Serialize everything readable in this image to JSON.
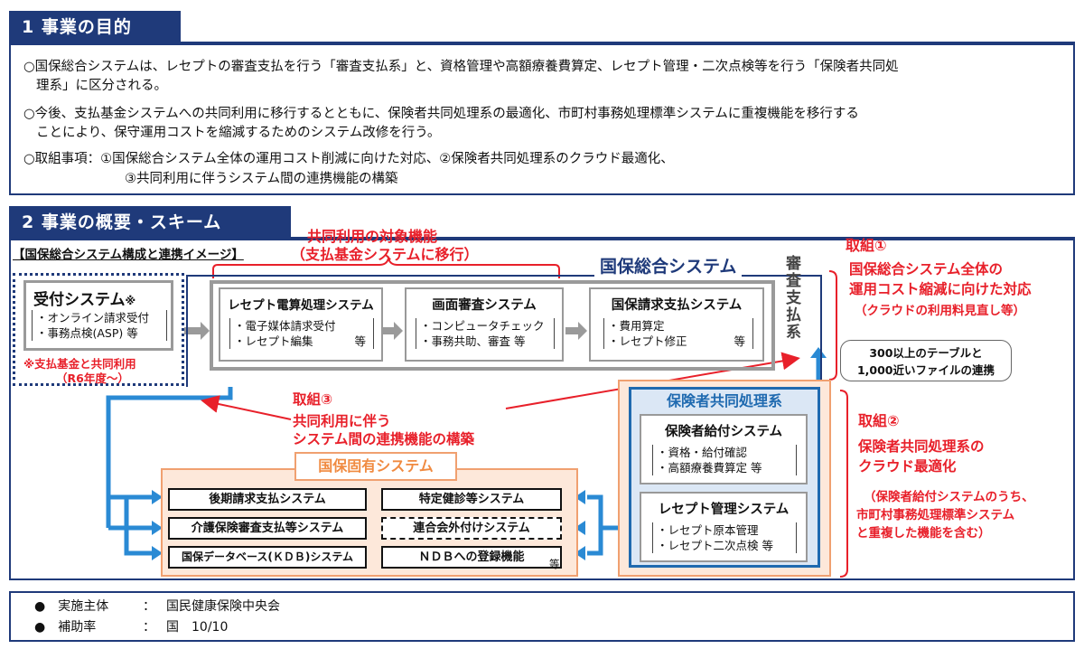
{
  "section1": {
    "title": "1 事業の目的",
    "p1_l1": "○国保総合システムは、レセプトの審査支払を行う「審査支払系」と、資格管理や高額療養費算定、レセプト管理・二次点検等を行う「保険者共同処",
    "p1_l2": "理系」に区分される。",
    "p2_l1": "○今後、支払基金システムへの共同利用に移行するとともに、保険者共同処理系の最適化、市町村事務処理標準システムに重複機能を移行する",
    "p2_l2": "ことにより、保守運用コストを縮減するためのシステム改修を行う。",
    "p3_l1": "○取組事項：①国保総合システム全体の運用コスト削減に向けた対応、②保険者共同処理系のクラウド最適化、",
    "p3_l2": "③共同利用に伴うシステム間の連携機能の構築"
  },
  "section2": {
    "title": "2 事業の概要・スキーム",
    "caption": "【国保総合システム構成と連携イメージ】",
    "shared_l1": "共同利用の対象機能",
    "shared_l2": "（支払基金システムに移行）",
    "kokuho_title": "国保総合システム",
    "shinsa": "審査支払系",
    "uketsuke": {
      "title": "受付システム",
      "mark": "※",
      "i1": "・オンライン請求受付",
      "i2": "・事務点検(ASP) 等",
      "note_l1": "※支払基金と共同利用",
      "note_l2": "（R6年度～）"
    },
    "receipt_den": {
      "title": "レセプト電算処理システム",
      "i1": "・電子媒体請求受付",
      "i2": "・レセプト編集",
      "etc": "等"
    },
    "gamen": {
      "title": "画面審査システム",
      "i1": "・コンピュータチェック",
      "i2": "・事務共助、審査 等"
    },
    "seikyu": {
      "title": "国保請求支払システム",
      "i1": "・費用算定",
      "i2": "・レセプト修正",
      "etc": "等"
    },
    "hokensha_kyodo": "保険者共同処理系",
    "kyufu": {
      "title": "保険者給付システム",
      "i1": "・資格・給付確認",
      "i2": "・高額療養費算定 等"
    },
    "kanri": {
      "title": "レセプト管理システム",
      "i1": "・レセプト原本管理",
      "i2": "・レセプト二次点検 等"
    },
    "koyu_title": "国保固有システム",
    "koyu_items": [
      "後期請求支払システム",
      "特定健診等システム",
      "介護保険審査支払等システム",
      "連合会外付けシステム",
      "国保データベース(ＫＤＢ)システム",
      "ＮＤＢへの登録機能"
    ],
    "koyu_etc": "等",
    "callout_l1": "300以上のテーブルと",
    "callout_l2": "1,000近いファイルの連携",
    "tori3_label": "取組③",
    "tori3_l1": "共同利用に伴う",
    "tori3_l2": "システム間の連携機能の構築",
    "tori1_label": "取組①",
    "tori1_l1": "国保総合システム全体の",
    "tori1_l2": "運用コスト縮減に向けた対応",
    "tori1_l3": "（クラウドの利用料見直し等）",
    "tori2_label": "取組②",
    "tori2_l1": "保険者共同処理系の",
    "tori2_l2": "クラウド最適化",
    "tori2_l3": "（保険者給付システムのうち、",
    "tori2_l4": "市町村事務処理標準システム",
    "tori2_l5": "と重複した機能を含む）"
  },
  "footer": {
    "l1_label": "●　実施主体",
    "l1_sep": "：",
    "l1_value": "国民健康保険中央会",
    "l2_label": "●　補助率",
    "l2_sep": "：",
    "l2_value": "国　10/10"
  },
  "colors": {
    "navy": "#1f3a7a",
    "red": "#e8202a",
    "orange": "#f0a070",
    "blue": "#2a8ad4"
  }
}
